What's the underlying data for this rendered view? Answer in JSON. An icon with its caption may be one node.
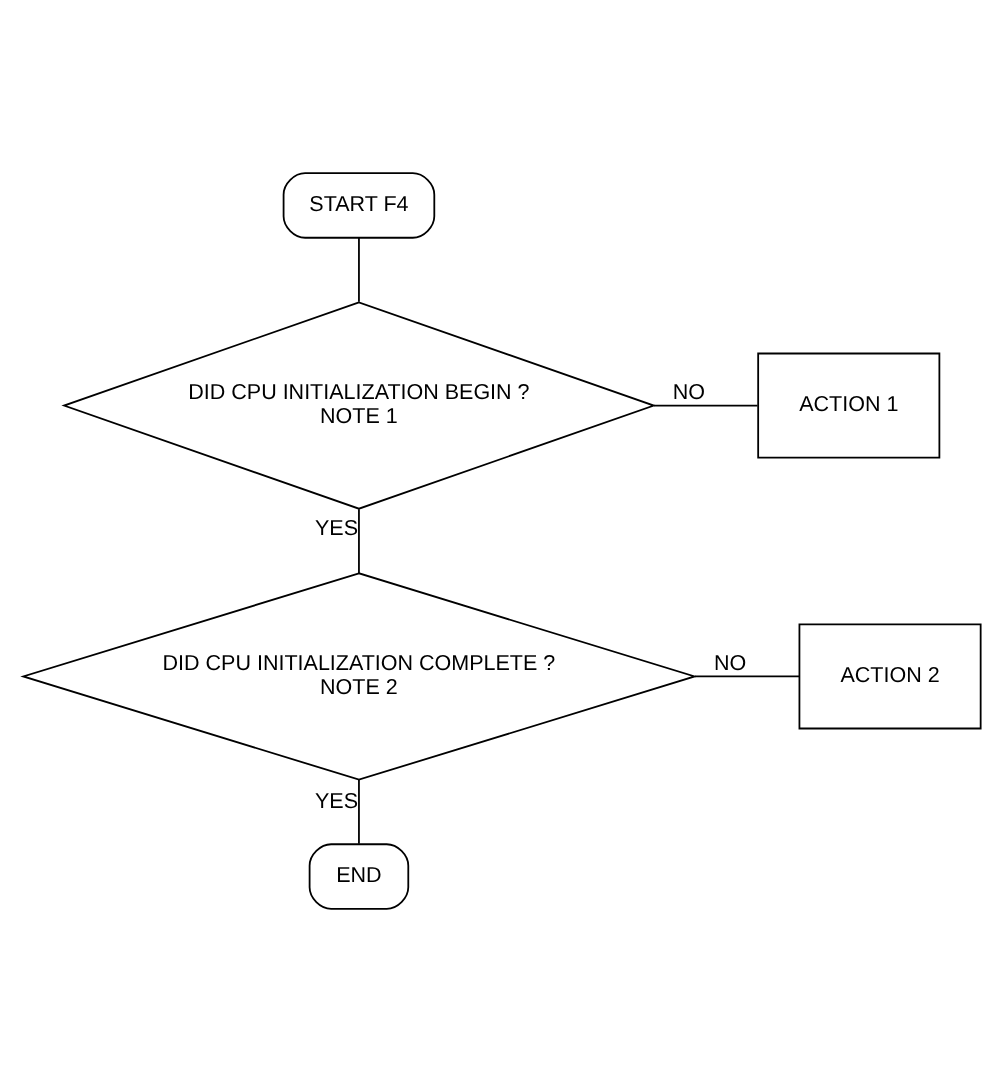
{
  "diagram": {
    "nodes": [
      {
        "text": [
          "START F4"
        ]
      },
      {
        "text": [
          "DID CPU INITIALIZATION BEGIN ?",
          "NOTE 1"
        ]
      },
      {
        "text": [
          "ACTION 1"
        ]
      },
      {
        "text": [
          "DID CPU INITIALIZATION COMPLETE ?",
          "NOTE 2"
        ]
      },
      {
        "text": [
          "ACTION 2"
        ]
      },
      {
        "text": [
          "END"
        ]
      }
    ],
    "edges": [
      {
        "from": 0,
        "to": 1,
        "arrow": "none"
      },
      {
        "from": 1,
        "to": 2,
        "arrow": "none",
        "label": "NO"
      },
      {
        "from": 1,
        "to": 3,
        "arrow": "none",
        "label": "YES"
      },
      {
        "from": 3,
        "to": 4,
        "arrow": "none",
        "label": "NO"
      },
      {
        "from": 3,
        "to": 5,
        "arrow": "none",
        "label": "YES"
      }
    ]
  }
}
